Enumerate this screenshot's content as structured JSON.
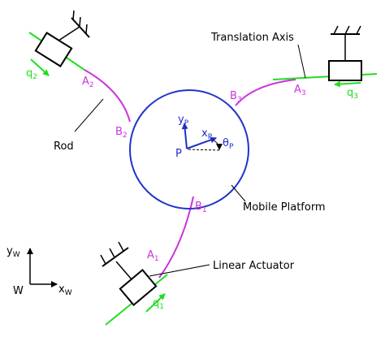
{
  "diagram": {
    "labels": {
      "translation_axis": "Translation Axis",
      "rod": "Rod",
      "mobile_platform": "Mobile Platform",
      "linear_actuator": "Linear Actuator"
    },
    "joints": {
      "a1": {
        "base": "A",
        "sub": "1"
      },
      "a2": {
        "base": "A",
        "sub": "2"
      },
      "a3": {
        "base": "A",
        "sub": "3"
      },
      "b1": {
        "base": "B",
        "sub": "1"
      },
      "b2": {
        "base": "B",
        "sub": "2"
      },
      "b3": {
        "base": "B",
        "sub": "3"
      }
    },
    "actuator_vars": {
      "q1": {
        "base": "q",
        "sub": "1"
      },
      "q2": {
        "base": "q",
        "sub": "2"
      },
      "q3": {
        "base": "q",
        "sub": "3"
      }
    },
    "platform_frame": {
      "origin": "P",
      "x": {
        "base": "x",
        "sub": "P"
      },
      "y": {
        "base": "y",
        "sub": "P"
      },
      "theta": {
        "base": "θ",
        "sub": "P"
      }
    },
    "world_frame": {
      "origin": "W",
      "x": {
        "base": "x",
        "sub": "W"
      },
      "y": {
        "base": "y",
        "sub": "W"
      }
    },
    "colors": {
      "axis": "#22dd22",
      "rod": "#cc33dd",
      "platform": "#2233cc",
      "frame": "#1f2fcc",
      "ink": "#000000"
    }
  }
}
